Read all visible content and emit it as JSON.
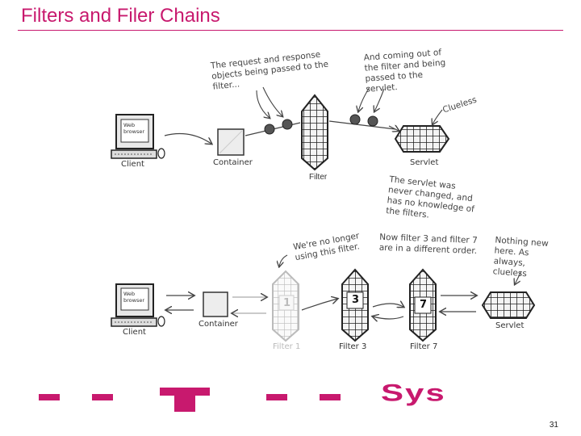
{
  "slide": {
    "title": "Filters and Filer Chains",
    "page_number": "31"
  },
  "top_diagram": {
    "note_request": "The request and response objects being passed to the filter...",
    "note_coming_out": "And coming out of the filter and being passed to the servlet.",
    "note_clueless": "Clueless",
    "note_servlet_unchanged": "The servlet was never changed, and has no knowledge of the filters.",
    "browser_text": "Web browser",
    "client_label": "Client",
    "container_label": "Container",
    "filter_label": "Filter",
    "servlet_label": "Servlet"
  },
  "bottom_diagram": {
    "note_no_longer": "We're no longer using this filter.",
    "note_different_order": "Now filter 3 and filter 7 are in a different order.",
    "note_nothing_new": "Nothing new here. As always, clueless",
    "browser_text": "Web browser",
    "client_label": "Client",
    "container_label": "Container",
    "filter1_number": "1",
    "filter3_number": "3",
    "filter7_number": "7",
    "filter1_label": "Filter 1",
    "filter3_label": "Filter 3",
    "filter7_label": "Filter 7",
    "servlet_label": "Servlet"
  },
  "footer": {
    "logo_text": "- - T - - Sys"
  },
  "colors": {
    "accent": "#c8196e",
    "ink": "#222222",
    "faded": "#bbbbbb"
  }
}
